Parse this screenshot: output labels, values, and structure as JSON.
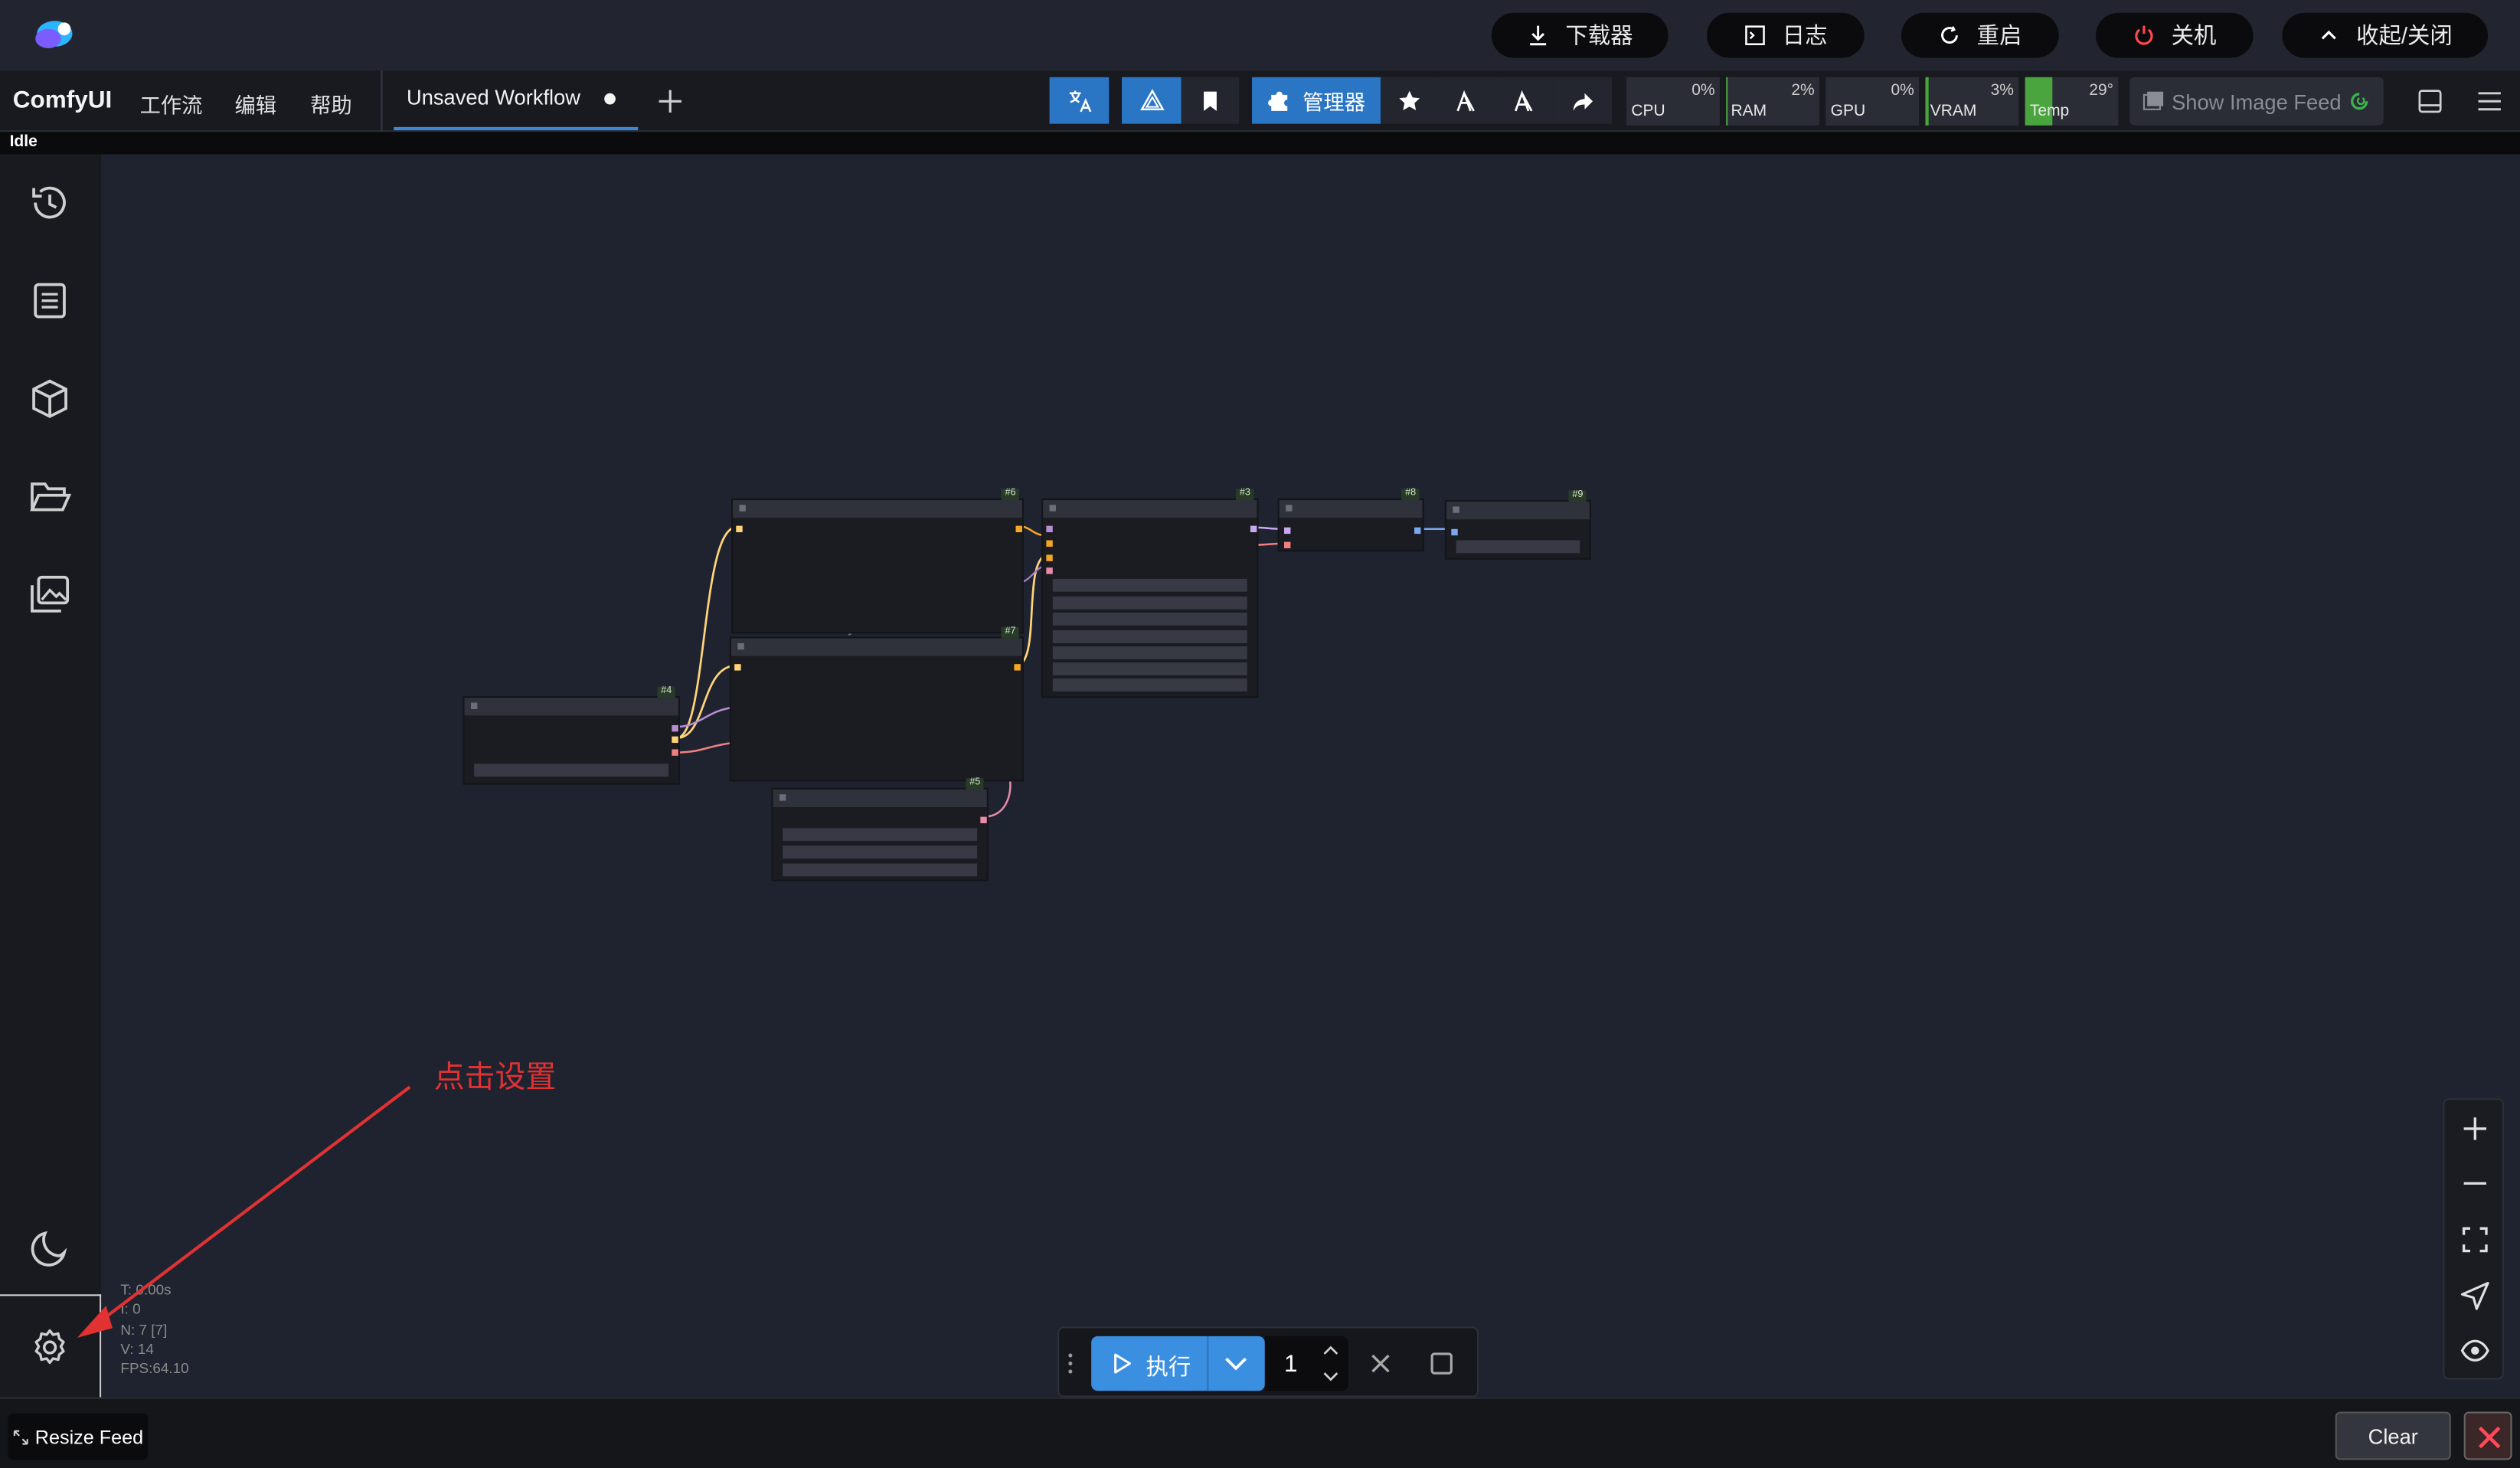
{
  "topbar": {
    "downloader_label": "下载器",
    "logs_label": "日志",
    "restart_label": "重启",
    "shutdown_label": "关机",
    "collapse_label": "收起/关闭"
  },
  "menubar": {
    "brand": "ComfyUI",
    "menus": [
      "工作流",
      "编辑",
      "帮助"
    ],
    "workflow_tab": "Unsaved Workflow",
    "manager_label": "管理器",
    "show_image_feed_label": "Show Image Feed"
  },
  "metrics": [
    {
      "label": "CPU",
      "value": "0%",
      "fraction": 0.0
    },
    {
      "label": "RAM",
      "value": "2%",
      "fraction": 0.02
    },
    {
      "label": "GPU",
      "value": "0%",
      "fraction": 0.0
    },
    {
      "label": "VRAM",
      "value": "3%",
      "fraction": 0.03
    },
    {
      "label": "Temp",
      "value": "29°",
      "fraction": 0.29
    }
  ],
  "status": "Idle",
  "nodes": [
    {
      "id": "#4"
    },
    {
      "id": "#6"
    },
    {
      "id": "#7"
    },
    {
      "id": "#5"
    },
    {
      "id": "#3"
    },
    {
      "id": "#8"
    },
    {
      "id": "#9"
    }
  ],
  "stats": {
    "line1": "T: 0.00s",
    "line2": "I: 0",
    "line3": "N: 7 [7]",
    "line4": "V: 14",
    "line5": "FPS:64.10"
  },
  "annotation": "点击设置",
  "runbar": {
    "run_label": "执行",
    "batch_count": "1"
  },
  "bottombar": {
    "resize_feed_label": "Resize Feed",
    "clear_label": "Clear"
  },
  "colors": {
    "accent_blue": "#3b8fe0",
    "annotation_red": "#e03232",
    "shutdown_red": "#ff4a4a",
    "temp_green": "#4aa53e"
  },
  "icons": [
    "history-icon",
    "queue-icon",
    "model-library-icon",
    "workflows-icon",
    "image-gallery-icon",
    "moon-icon",
    "settings-icon"
  ]
}
